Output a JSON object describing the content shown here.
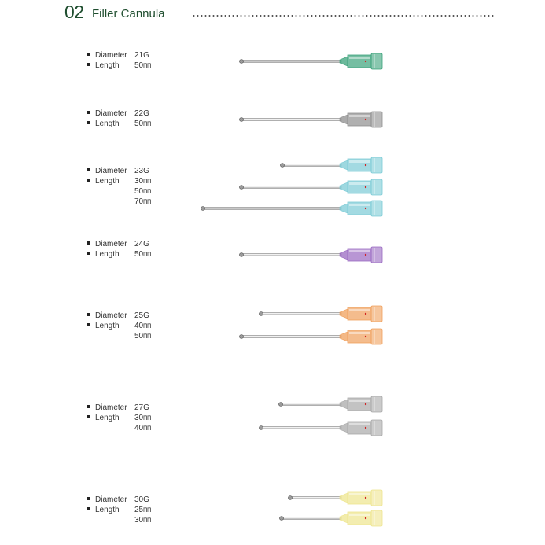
{
  "section": {
    "number": "02",
    "title": "Filler Cannula"
  },
  "labels": {
    "diameter": "Diameter",
    "length": "Length"
  },
  "groups": [
    {
      "gauge": "21G",
      "lengths": [
        "50㎜"
      ],
      "hub_color": "#3aa27a"
    },
    {
      "gauge": "22G",
      "lengths": [
        "50㎜"
      ],
      "hub_color": "#8e8e8e"
    },
    {
      "gauge": "23G",
      "lengths": [
        "30㎜",
        "50㎜",
        "70㎜"
      ],
      "hub_color": "#7ccbd6"
    },
    {
      "gauge": "24G",
      "lengths": [
        "50㎜"
      ],
      "hub_color": "#9a6ac2"
    },
    {
      "gauge": "25G",
      "lengths": [
        "40㎜",
        "50㎜"
      ],
      "hub_color": "#f0a05c"
    },
    {
      "gauge": "27G",
      "lengths": [
        "30㎜",
        "40㎜"
      ],
      "hub_color": "#a9a9a9"
    },
    {
      "gauge": "30G",
      "lengths": [
        "25㎜",
        "30㎜"
      ],
      "hub_color": "#eee58f"
    }
  ]
}
